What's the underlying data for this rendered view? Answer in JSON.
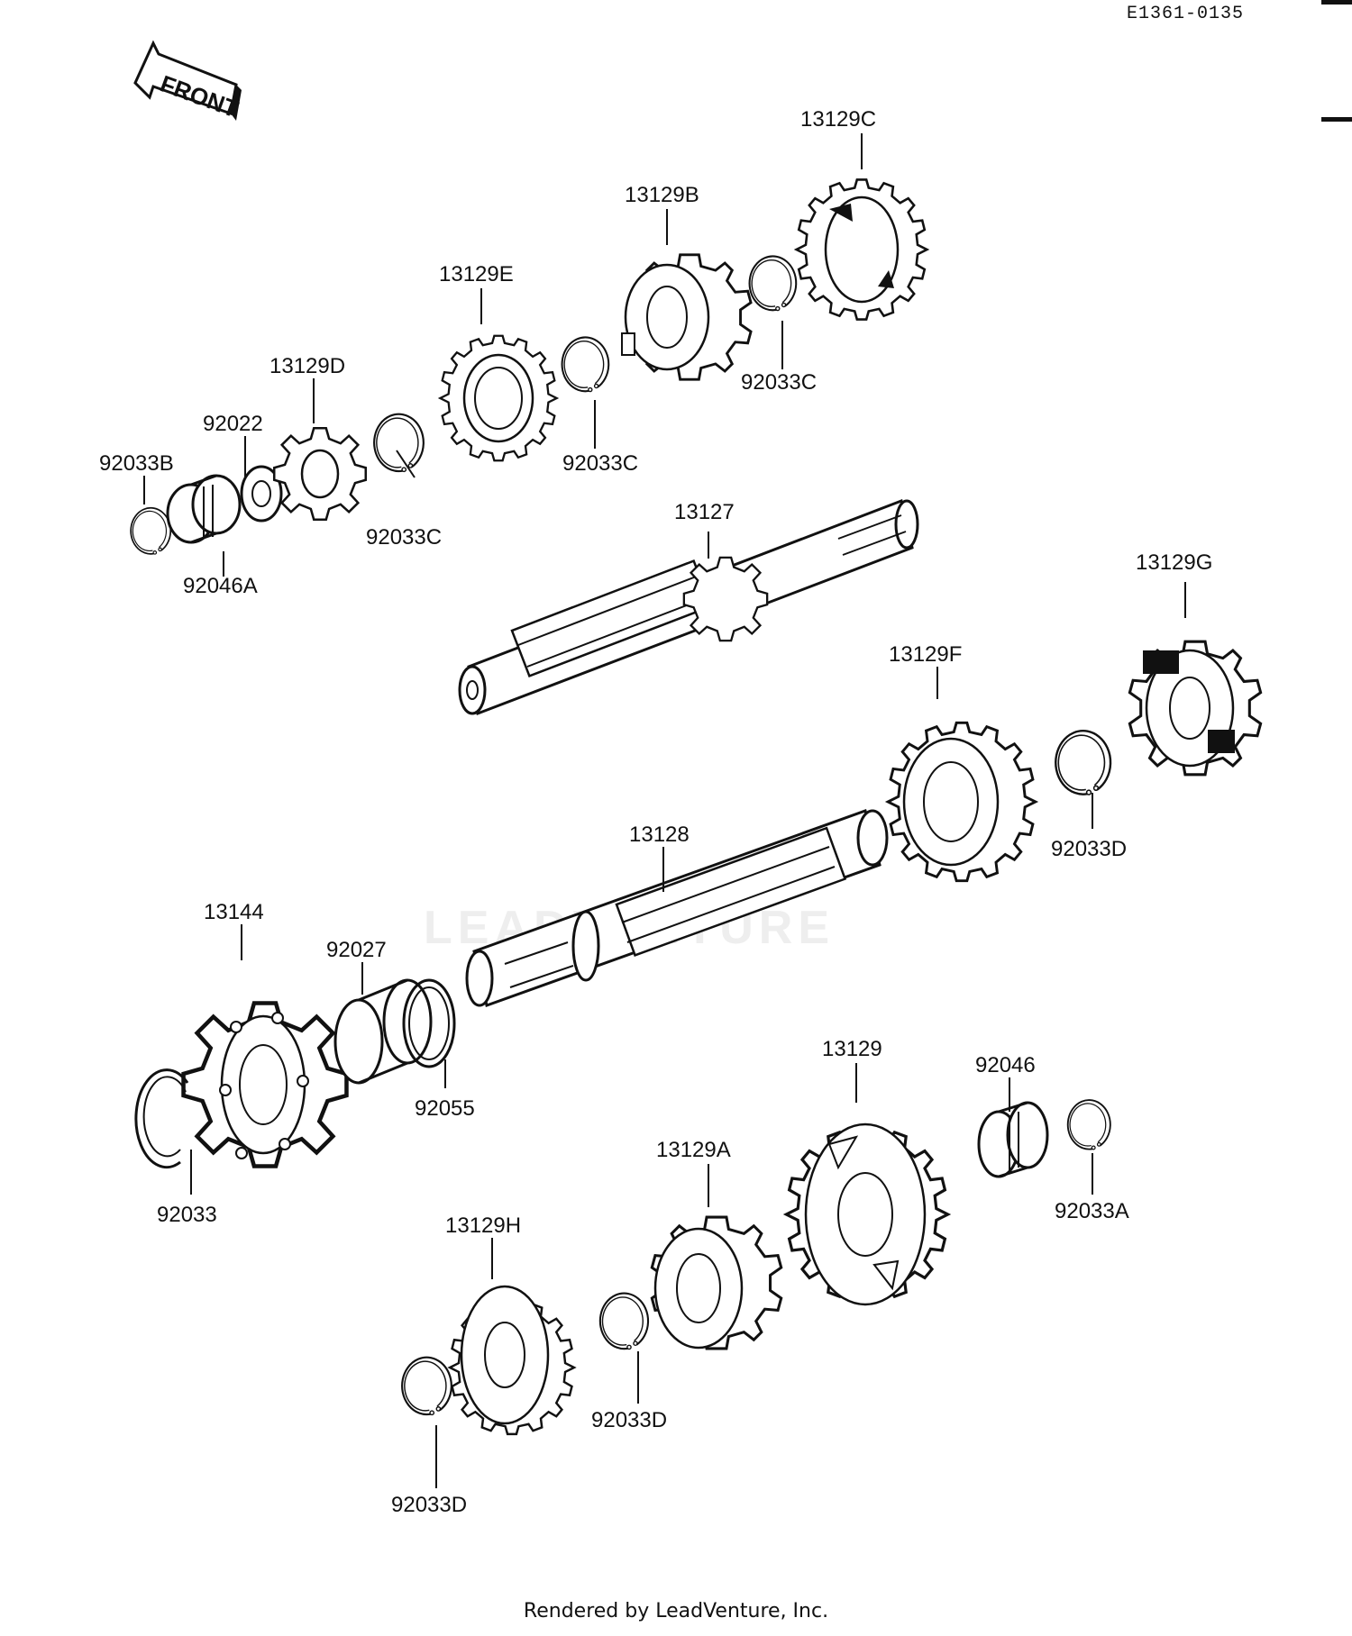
{
  "diagram_code": "E1361-0135",
  "front_label": "FRONT",
  "watermark_text": "LEADVENTURE",
  "footer_text": "Rendered by LeadVenture, Inc.",
  "part_labels": {
    "p13129C": "13129C",
    "p13129B": "13129B",
    "p13129E": "13129E",
    "p13129D": "13129D",
    "p92022": "92022",
    "p92033B": "92033B",
    "p92046A": "92046A",
    "p92033C_a": "92033C",
    "p92033C_b": "92033C",
    "p92033C_c": "92033C",
    "p13127": "13127",
    "p13129G": "13129G",
    "p13129F": "13129F",
    "p92033D_a": "92033D",
    "p13128": "13128",
    "p13144": "13144",
    "p92027": "92027",
    "p92055": "92055",
    "p92033": "92033",
    "p13129": "13129",
    "p92046": "92046",
    "p92033A": "92033A",
    "p13129A": "13129A",
    "p13129H": "13129H",
    "p92033D_b": "92033D",
    "p92033D_c": "92033D"
  }
}
